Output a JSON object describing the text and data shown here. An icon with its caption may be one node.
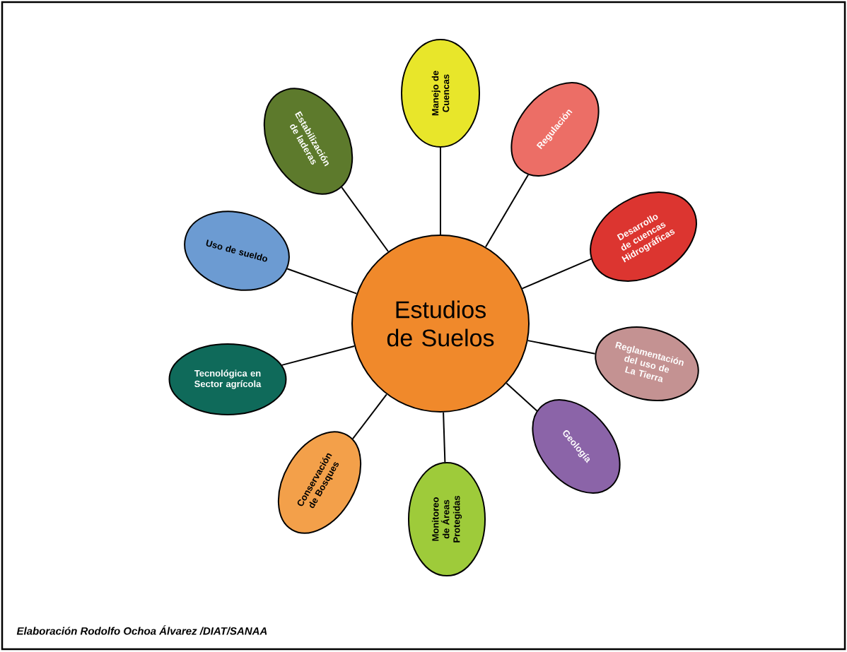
{
  "diagram": {
    "caption": "Elaboración Rodolfo Ochoa Álvarez /DIAT/SANAA",
    "nodes": [
      {
        "text": [
          "Estudios de Suelos"
        ]
      },
      {
        "text": [
          "Manejo de Cuencas"
        ]
      },
      {
        "text": [
          "Regulación"
        ]
      },
      {
        "text": [
          "Desarrollo de cuencas Hidrográficas"
        ]
      },
      {
        "text": [
          "Reglamentación del uso de La Tierra"
        ]
      },
      {
        "text": [
          "Geología"
        ]
      },
      {
        "text": [
          "Monitoreo de Áreas Protegidas"
        ]
      },
      {
        "text": [
          "Conservación de Bosques"
        ]
      },
      {
        "text": [
          "Tecnológica en Sector agrícola"
        ]
      },
      {
        "text": [
          "Uso de sueldo"
        ]
      },
      {
        "text": [
          "Estabilización de laderas"
        ]
      }
    ],
    "edges": [
      {
        "from": 0,
        "to": 1,
        "arrow": "none"
      },
      {
        "from": 0,
        "to": 2,
        "arrow": "none"
      },
      {
        "from": 0,
        "to": 3,
        "arrow": "none"
      },
      {
        "from": 0,
        "to": 4,
        "arrow": "none"
      },
      {
        "from": 0,
        "to": 5,
        "arrow": "none"
      },
      {
        "from": 0,
        "to": 6,
        "arrow": "none"
      },
      {
        "from": 0,
        "to": 7,
        "arrow": "none"
      },
      {
        "from": 0,
        "to": 8,
        "arrow": "none"
      },
      {
        "from": 0,
        "to": 9,
        "arrow": "none"
      },
      {
        "from": 0,
        "to": 10,
        "arrow": "none"
      }
    ]
  }
}
